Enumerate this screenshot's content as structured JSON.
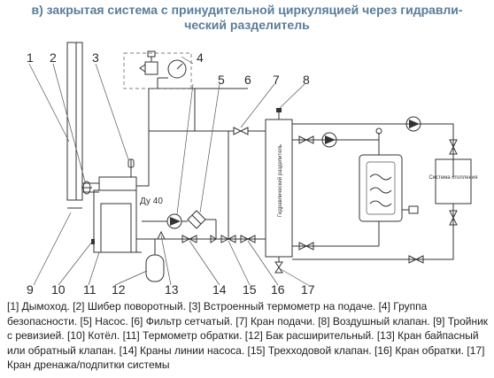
{
  "title": {
    "line1": "в) закрытая система с принудительной циркуляцией через гидравли-",
    "line2": "ческий разделитель"
  },
  "diagram": {
    "pipe_label": "Ду 40",
    "separator_label": "Гидравлический разделитель",
    "heater_label": "Система отопления",
    "callouts_top": [
      "1",
      "2",
      "3",
      "4",
      "5",
      "6",
      "7",
      "8"
    ],
    "callouts_bottom": [
      "9",
      "10",
      "11",
      "12",
      "13",
      "14",
      "15",
      "16",
      "17"
    ]
  },
  "legend": {
    "text": "[1] Дымоход. [2] Шибер поворотный. [3] Встроенный термометр на подаче. [4] Группа безопасности. [5] Насос. [6] Фильтр сетчатый. [7] Кран подачи. [8] Воздушный клапан. [9] Тройник с ревизией. [10] Котёл. [11] Термометр обратки. [12] Бак расширительный. [13] Кран байпасный или обратный клапан. [14] Краны линии насоса. [15] Трехходовой клапан. [16] Кран обратки. [17] Кран дренажа/подпитки системы"
  }
}
